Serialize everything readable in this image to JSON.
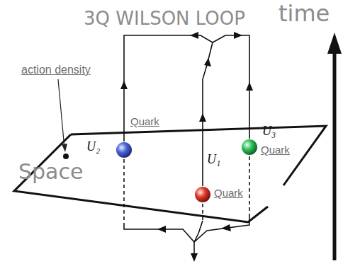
{
  "diagram": {
    "nodes": [
      {
        "text": [
          "Quark"
        ]
      },
      {
        "text": [
          "Quark"
        ]
      },
      {
        "text": [
          "Quark"
        ]
      }
    ],
    "labels": [
      "3Q WILSON LOOP",
      "time",
      "action density",
      "U₂",
      "U₃",
      "U₁",
      "Space"
    ]
  }
}
